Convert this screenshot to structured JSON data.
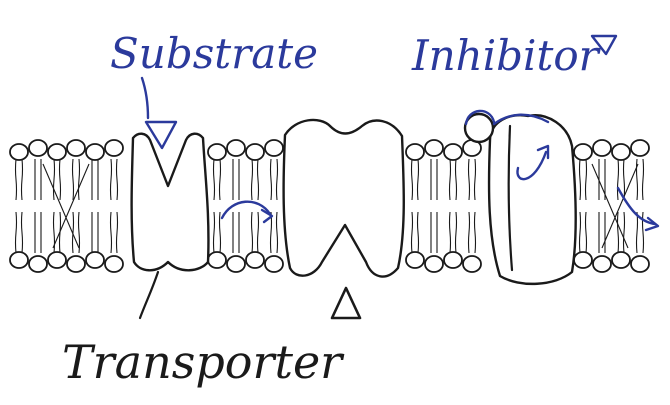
{
  "labels": {
    "substrate": "Substrate",
    "inhibitor": "Inhibitor",
    "transporter": "Transporter"
  },
  "colors": {
    "black_ink": "#1a1a1a",
    "blue_ink": "#2b3a9c",
    "background": "#ffffff"
  },
  "symbols": {
    "substrate_shape": "triangle-down",
    "bound_substrate_shape": "triangle-up",
    "inhibitor_shape": "triangle-down",
    "bound_inhibitor_shape": "circle"
  }
}
